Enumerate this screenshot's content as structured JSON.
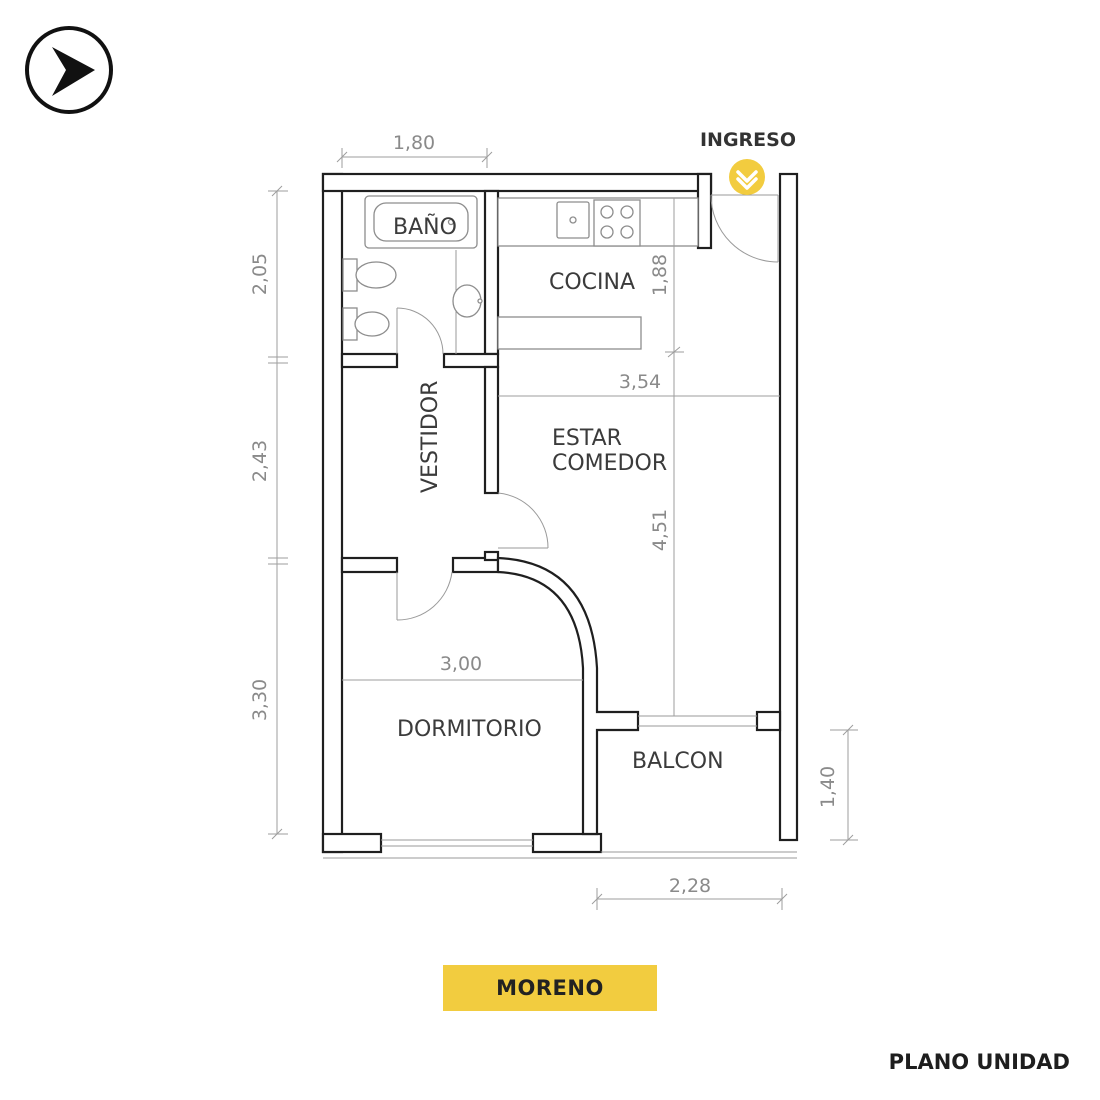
{
  "rooms": {
    "bath": "BAÑO",
    "kitchen": "COCINA",
    "closet": "VESTIDOR",
    "living_line1": "ESTAR",
    "living_line2": "COMEDOR",
    "bedroom": "DORMITORIO",
    "balcony": "BALCON"
  },
  "entrance": "INGRESO",
  "dimensions": {
    "bath_width": "1,80",
    "bath_height": "2,05",
    "closet_height": "2,43",
    "bedroom_height": "3,30",
    "kitchen_depth": "1,88",
    "living_width": "3,54",
    "living_depth": "4,51",
    "bedroom_width": "3,00",
    "balcony_depth": "1,40",
    "balcony_width": "2,28"
  },
  "street": "MORENO",
  "footer": "PLANO UNIDAD",
  "colors": {
    "accent": "#f2cc3f",
    "wall": "#1f1f1f",
    "dimension": "#9d9d9d"
  },
  "icons": {
    "orientation": "compass-arrow-icon",
    "entrance": "chevron-down-icon"
  }
}
